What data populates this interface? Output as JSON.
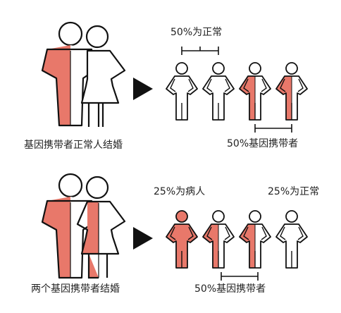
{
  "colors": {
    "carrier": "#e8786a",
    "outline": "#111111",
    "background": "#ffffff"
  },
  "top_scenario": {
    "caption": "基因携带者正常人结婚",
    "normal_label": "50%为正常",
    "carrier_label": "50%基因携带者",
    "parents": [
      "carrier",
      "normal"
    ],
    "children": [
      "normal",
      "normal",
      "carrier",
      "carrier"
    ]
  },
  "bottom_scenario": {
    "caption": "两个基因携带者结婚",
    "sick_label": "25%为病人",
    "normal_label": "25%为正常",
    "carrier_label": "50%基因携带者",
    "parents": [
      "carrier",
      "carrier"
    ],
    "children": [
      "affected",
      "carrier",
      "carrier",
      "normal"
    ]
  },
  "icons": {
    "arrow": "right-triangle-arrow-icon",
    "father": "male-figure-icon",
    "mother": "female-figure-icon",
    "child": "child-figure-icon"
  }
}
